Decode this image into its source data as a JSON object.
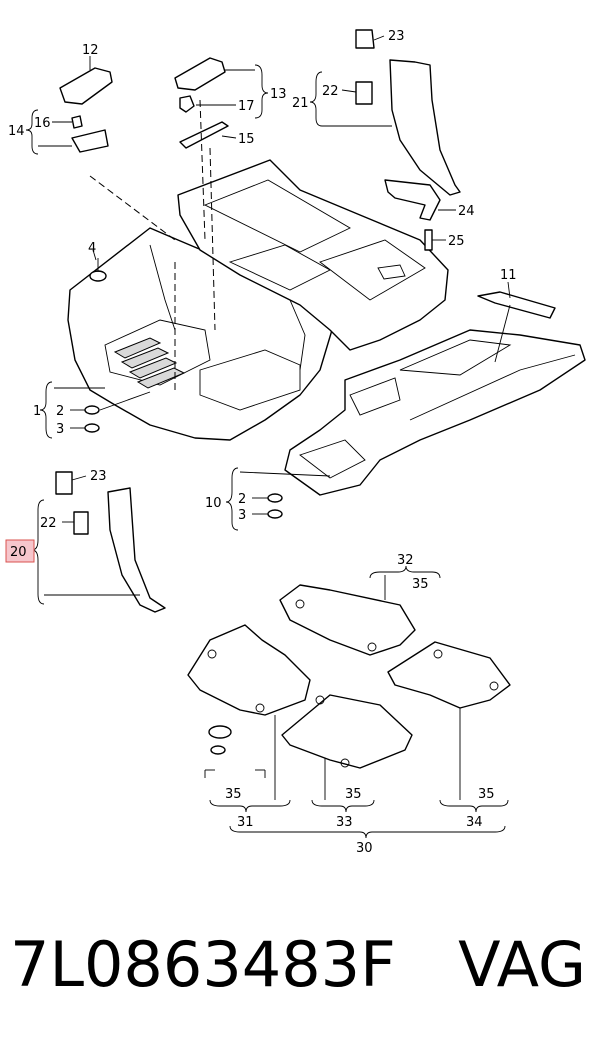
{
  "callouts": {
    "c1": "1",
    "c2a": "2",
    "c3a": "3",
    "c4": "4",
    "c10": "10",
    "c2b": "2",
    "c3b": "3",
    "c11": "11",
    "c12": "12",
    "c13": "13",
    "c14": "14",
    "c15": "15",
    "c16": "16",
    "c17": "17",
    "c20": "20",
    "c21": "21",
    "c22a": "22",
    "c23a": "23",
    "c22b": "22",
    "c23b": "23",
    "c24": "24",
    "c25": "25",
    "c30": "30",
    "c31": "31",
    "c32": "32",
    "c33": "33",
    "c34": "34",
    "c35a": "35",
    "c35b": "35",
    "c35c": "35",
    "c35d": "35"
  },
  "highlighted_callout": "20",
  "highlight_color": "#f6c6cc",
  "footer": {
    "part_number": "7L0863483F",
    "brand": "VAG"
  }
}
